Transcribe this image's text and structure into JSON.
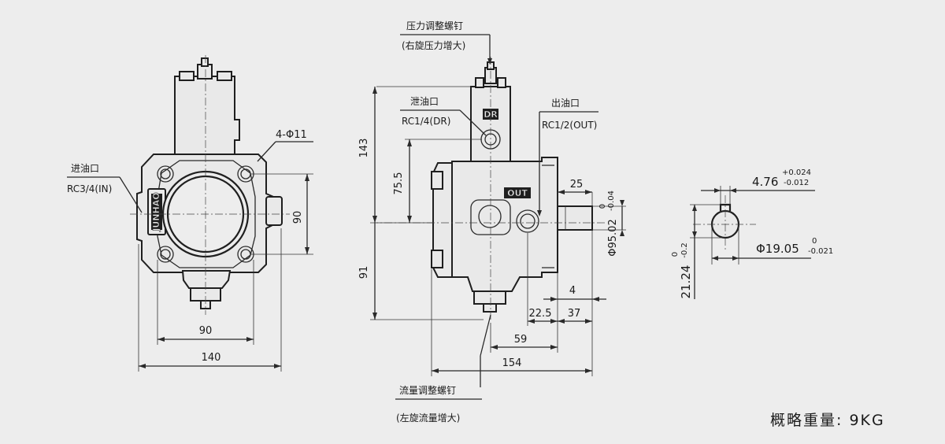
{
  "front_view": {
    "bolt_hole_label": "4-Φ11",
    "inlet_label": "进油口",
    "inlet_thread": "RC3/4(IN)",
    "dim_bolt_spacing_v": "90",
    "dim_bolt_spacing_h": "90",
    "dim_width": "140",
    "brand_plate": "JUNHAO"
  },
  "side_view": {
    "pressure_screw_label": "压力调整螺钉",
    "pressure_screw_note": "(右旋压力增大)",
    "drain_label": "泄油口",
    "drain_thread": "RC1/4(DR)",
    "outlet_label": "出油口",
    "outlet_thread": "RC1/2(OUT)",
    "flow_screw_label": "流量调整螺钉",
    "flow_screw_note": "(左旋流量增大)",
    "dr_mark": "DR",
    "out_mark": "OUT",
    "dim_143": "143",
    "dim_75_5": "75.5",
    "dim_91": "91",
    "dim_25": "25",
    "dim_4": "4",
    "dim_22_5": "22.5",
    "dim_37": "37",
    "dim_59": "59",
    "dim_154": "154",
    "dim_shaft_dia": "Φ95.02",
    "dim_shaft_dia_tol_upper": "0",
    "dim_shaft_dia_tol_lower": "-0.04"
  },
  "shaft_section": {
    "key_width": "4.76",
    "key_width_tol_upper": "+0.024",
    "key_width_tol_lower": "-0.012",
    "shaft_dia": "Φ19.05",
    "shaft_dia_tol_upper": "0",
    "shaft_dia_tol_lower": "-0.021",
    "key_height": "21.24",
    "key_height_tol_upper": "0",
    "key_height_tol_lower": "-0.2"
  },
  "weight_label": "概略重量: 9KG"
}
